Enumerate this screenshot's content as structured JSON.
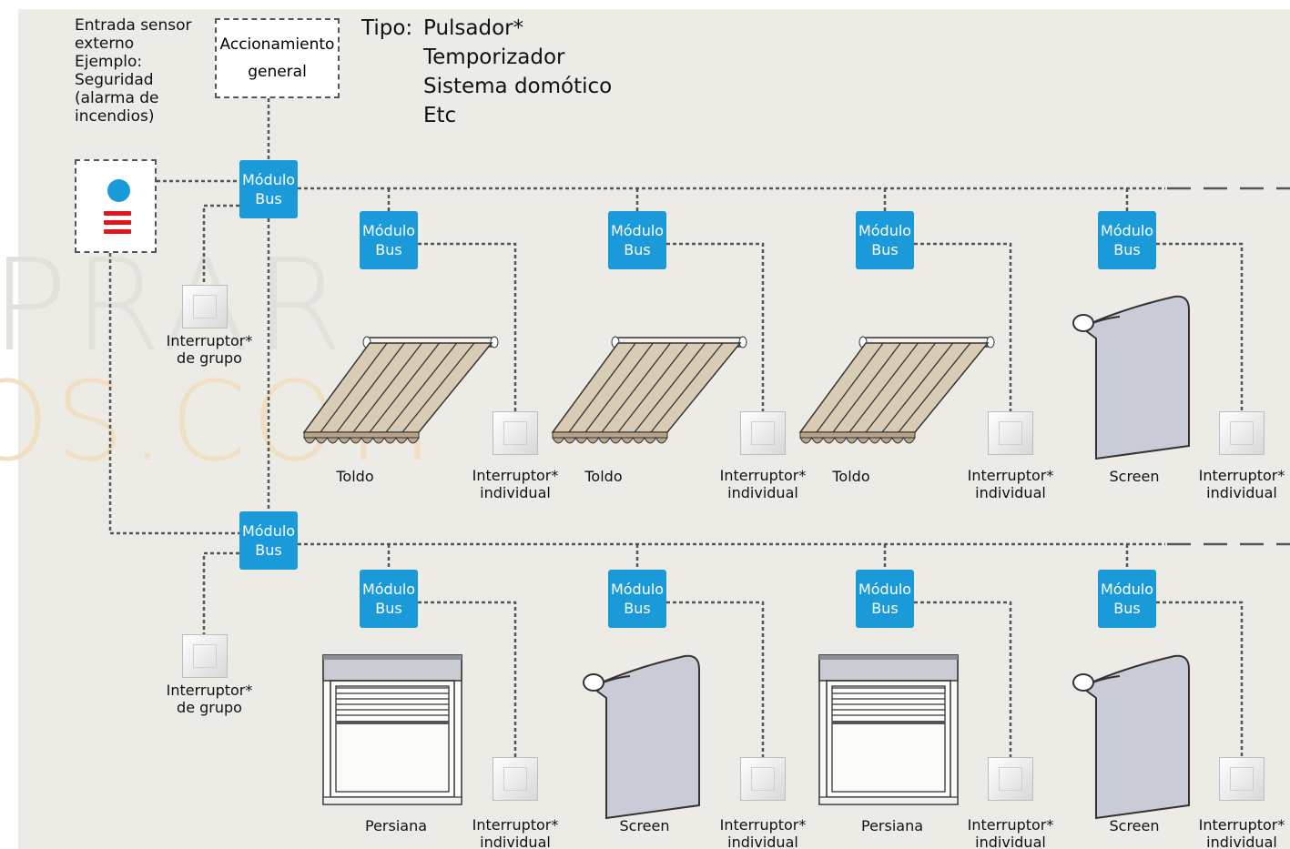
{
  "sensor_note": {
    "lines": [
      "Entrada sensor",
      "externo",
      "Ejemplo:",
      "Seguridad",
      "(alarma de",
      "incendios)"
    ]
  },
  "general": {
    "line1": "Accionamiento",
    "line2": "general"
  },
  "tipo": {
    "label": "Tipo:",
    "values": [
      "Pulsador*",
      "Temporizador",
      "Sistema domótico",
      "Etc"
    ]
  },
  "bus_module": {
    "line1": "Módulo",
    "line2": "Bus"
  },
  "group_switch": {
    "line1": "Interruptor*",
    "line2": "de grupo"
  },
  "individual_switch": {
    "line1": "Interruptor*",
    "line2": "individual"
  },
  "watermark": {
    "top": "PRAR",
    "bottom": "OS.COM"
  },
  "colors": {
    "bus": "#1a9ad9",
    "alarm_red": "#e3141b",
    "awning": "#d9ccb4",
    "screen": "#c9ccd6",
    "background": "#ecebe6"
  },
  "rows": [
    {
      "devices": [
        {
          "type": "awning",
          "label": "Toldo"
        },
        {
          "type": "awning",
          "label": "Toldo"
        },
        {
          "type": "awning",
          "label": "Toldo"
        },
        {
          "type": "screen",
          "label": "Screen"
        }
      ]
    },
    {
      "devices": [
        {
          "type": "shutter",
          "label": "Persiana"
        },
        {
          "type": "screen",
          "label": "Screen"
        },
        {
          "type": "shutter",
          "label": "Persiana"
        },
        {
          "type": "screen",
          "label": "Screen"
        }
      ]
    }
  ]
}
